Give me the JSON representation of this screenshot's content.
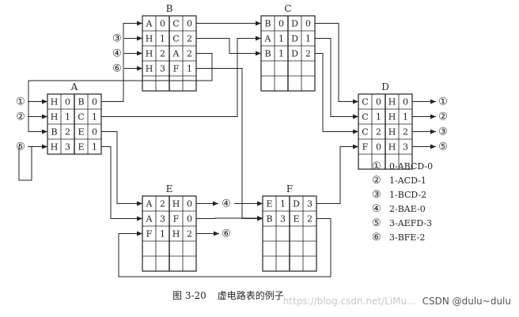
{
  "colors": {
    "ink": "#222222",
    "watermark_url": "#c8c8c8",
    "watermark_author": "#555555"
  },
  "nodes": {
    "A": {
      "title": "A",
      "rows": [
        [
          "H",
          "0",
          "B",
          "0"
        ],
        [
          "H",
          "1",
          "C",
          "1"
        ],
        [
          "B",
          "2",
          "E",
          "0"
        ],
        [
          "H",
          "3",
          "E",
          "1"
        ]
      ]
    },
    "B": {
      "title": "B",
      "rows": [
        [
          "A",
          "0",
          "C",
          "0"
        ],
        [
          "H",
          "1",
          "C",
          "2"
        ],
        [
          "H",
          "2",
          "A",
          "2"
        ],
        [
          "H",
          "3",
          "F",
          "1"
        ]
      ]
    },
    "C": {
      "title": "C",
      "rows": [
        [
          "B",
          "0",
          "D",
          "0"
        ],
        [
          "A",
          "1",
          "D",
          "1"
        ],
        [
          "B",
          "1",
          "D",
          "2"
        ],
        [
          "",
          "",
          "",
          ""
        ]
      ]
    },
    "D": {
      "title": "D",
      "rows": [
        [
          "C",
          "0",
          "H",
          "0"
        ],
        [
          "C",
          "1",
          "H",
          "1"
        ],
        [
          "C",
          "2",
          "H",
          "2"
        ],
        [
          "F",
          "0",
          "H",
          "3"
        ]
      ]
    },
    "E": {
      "title": "E",
      "rows": [
        [
          "A",
          "2",
          "H",
          "0"
        ],
        [
          "A",
          "3",
          "F",
          "0"
        ],
        [
          "F",
          "1",
          "H",
          "2"
        ],
        [
          "",
          "",
          "",
          ""
        ]
      ]
    },
    "F": {
      "title": "F",
      "rows": [
        [
          "E",
          "1",
          "D",
          "3"
        ],
        [
          "B",
          "3",
          "E",
          "2"
        ],
        [
          "",
          "",
          "",
          ""
        ],
        [
          "",
          "",
          "",
          ""
        ]
      ]
    }
  },
  "ports": {
    "A_in_1": "①",
    "A_in_2": "②",
    "A_in_5": "⑤",
    "B_in_3": "③",
    "B_in_4": "④",
    "B_in_6": "⑥",
    "D_out_1": "①",
    "D_out_2": "②",
    "D_out_3": "③",
    "D_out_5": "⑤",
    "E_out_4": "④",
    "E_out_6": "⑥"
  },
  "legend": [
    {
      "num": "①",
      "text": "0-ABCD-0"
    },
    {
      "num": "②",
      "text": "1-ACD-1"
    },
    {
      "num": "③",
      "text": "1-BCD-2"
    },
    {
      "num": "④",
      "text": "2-BAE-0"
    },
    {
      "num": "⑤",
      "text": "3-AEFD-3"
    },
    {
      "num": "⑥",
      "text": "3-BFE-2"
    }
  ],
  "caption": {
    "figure_number": "图 3-20",
    "title": "虚电路表的例子"
  },
  "watermark": {
    "url": "https://blog.csdn.net/LiMu...",
    "author": "CSDN @dulu~dulu"
  }
}
